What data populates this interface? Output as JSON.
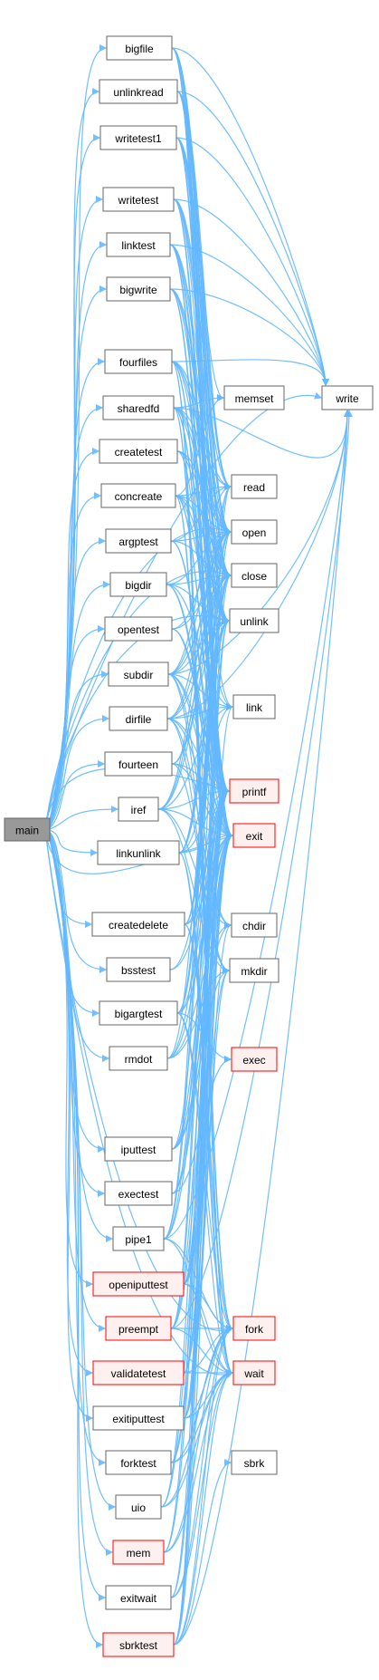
{
  "graph": {
    "root": "main",
    "edge_color": "#63b8ff",
    "red_border_color": "#ff0000",
    "nodes": [
      {
        "id": "main",
        "label": "main",
        "style": "root"
      },
      {
        "id": "bigfile",
        "label": "bigfile",
        "style": "normal"
      },
      {
        "id": "unlinkread",
        "label": "unlinkread",
        "style": "normal"
      },
      {
        "id": "writetest1",
        "label": "writetest1",
        "style": "normal"
      },
      {
        "id": "writetest",
        "label": "writetest",
        "style": "normal"
      },
      {
        "id": "linktest",
        "label": "linktest",
        "style": "normal"
      },
      {
        "id": "bigwrite",
        "label": "bigwrite",
        "style": "normal"
      },
      {
        "id": "fourfiles",
        "label": "fourfiles",
        "style": "normal"
      },
      {
        "id": "sharedfd",
        "label": "sharedfd",
        "style": "normal"
      },
      {
        "id": "createtest",
        "label": "createtest",
        "style": "normal"
      },
      {
        "id": "concreate",
        "label": "concreate",
        "style": "normal"
      },
      {
        "id": "argptest",
        "label": "argptest",
        "style": "normal"
      },
      {
        "id": "bigdir",
        "label": "bigdir",
        "style": "normal"
      },
      {
        "id": "opentest",
        "label": "opentest",
        "style": "normal"
      },
      {
        "id": "subdir",
        "label": "subdir",
        "style": "normal"
      },
      {
        "id": "dirfile",
        "label": "dirfile",
        "style": "normal"
      },
      {
        "id": "fourteen",
        "label": "fourteen",
        "style": "normal"
      },
      {
        "id": "iref",
        "label": "iref",
        "style": "normal"
      },
      {
        "id": "linkunlink",
        "label": "linkunlink",
        "style": "normal"
      },
      {
        "id": "createdelete",
        "label": "createdelete",
        "style": "normal"
      },
      {
        "id": "bsstest",
        "label": "bsstest",
        "style": "normal"
      },
      {
        "id": "bigargtest",
        "label": "bigargtest",
        "style": "normal"
      },
      {
        "id": "rmdot",
        "label": "rmdot",
        "style": "normal"
      },
      {
        "id": "iputtest",
        "label": "iputtest",
        "style": "normal"
      },
      {
        "id": "exectest",
        "label": "exectest",
        "style": "normal"
      },
      {
        "id": "pipe1",
        "label": "pipe1",
        "style": "normal"
      },
      {
        "id": "openiputtest",
        "label": "openiputtest",
        "style": "red"
      },
      {
        "id": "preempt",
        "label": "preempt",
        "style": "red"
      },
      {
        "id": "validatetest",
        "label": "validatetest",
        "style": "red"
      },
      {
        "id": "exitiputtest",
        "label": "exitiputtest",
        "style": "normal"
      },
      {
        "id": "forktest",
        "label": "forktest",
        "style": "normal"
      },
      {
        "id": "uio",
        "label": "uio",
        "style": "normal"
      },
      {
        "id": "mem",
        "label": "mem",
        "style": "red"
      },
      {
        "id": "exitwait",
        "label": "exitwait",
        "style": "normal"
      },
      {
        "id": "sbrktest",
        "label": "sbrktest",
        "style": "red"
      },
      {
        "id": "memset",
        "label": "memset",
        "style": "normal"
      },
      {
        "id": "write",
        "label": "write",
        "style": "normal"
      },
      {
        "id": "read",
        "label": "read",
        "style": "normal"
      },
      {
        "id": "open",
        "label": "open",
        "style": "normal"
      },
      {
        "id": "close",
        "label": "close",
        "style": "normal"
      },
      {
        "id": "unlink",
        "label": "unlink",
        "style": "normal"
      },
      {
        "id": "link",
        "label": "link",
        "style": "normal"
      },
      {
        "id": "printf",
        "label": "printf",
        "style": "red"
      },
      {
        "id": "exit",
        "label": "exit",
        "style": "red"
      },
      {
        "id": "chdir",
        "label": "chdir",
        "style": "normal"
      },
      {
        "id": "mkdir",
        "label": "mkdir",
        "style": "normal"
      },
      {
        "id": "exec",
        "label": "exec",
        "style": "red"
      },
      {
        "id": "fork",
        "label": "fork",
        "style": "red"
      },
      {
        "id": "wait",
        "label": "wait",
        "style": "red"
      },
      {
        "id": "sbrk",
        "label": "sbrk",
        "style": "normal"
      }
    ],
    "callers": [
      "bigfile",
      "unlinkread",
      "writetest1",
      "writetest",
      "linktest",
      "bigwrite",
      "fourfiles",
      "sharedfd",
      "createtest",
      "concreate",
      "argptest",
      "bigdir",
      "opentest",
      "subdir",
      "dirfile",
      "fourteen",
      "iref",
      "linkunlink",
      "createdelete",
      "bsstest",
      "bigargtest",
      "rmdot",
      "iputtest",
      "exectest",
      "pipe1",
      "openiputtest",
      "preempt",
      "validatetest",
      "exitiputtest",
      "forktest",
      "uio",
      "mem",
      "exitwait",
      "sbrktest"
    ],
    "edges": [
      [
        "bigfile",
        "memset"
      ],
      [
        "bigfile",
        "write"
      ],
      [
        "bigfile",
        "read"
      ],
      [
        "bigfile",
        "open"
      ],
      [
        "bigfile",
        "close"
      ],
      [
        "bigfile",
        "unlink"
      ],
      [
        "bigfile",
        "printf"
      ],
      [
        "bigfile",
        "exit"
      ],
      [
        "unlinkread",
        "write"
      ],
      [
        "unlinkread",
        "read"
      ],
      [
        "unlinkread",
        "open"
      ],
      [
        "unlinkread",
        "close"
      ],
      [
        "unlinkread",
        "unlink"
      ],
      [
        "unlinkread",
        "printf"
      ],
      [
        "unlinkread",
        "exit"
      ],
      [
        "writetest1",
        "write"
      ],
      [
        "writetest1",
        "read"
      ],
      [
        "writetest1",
        "open"
      ],
      [
        "writetest1",
        "close"
      ],
      [
        "writetest1",
        "unlink"
      ],
      [
        "writetest1",
        "printf"
      ],
      [
        "writetest1",
        "exit"
      ],
      [
        "writetest",
        "write"
      ],
      [
        "writetest",
        "read"
      ],
      [
        "writetest",
        "open"
      ],
      [
        "writetest",
        "close"
      ],
      [
        "writetest",
        "unlink"
      ],
      [
        "writetest",
        "printf"
      ],
      [
        "writetest",
        "exit"
      ],
      [
        "linktest",
        "write"
      ],
      [
        "linktest",
        "open"
      ],
      [
        "linktest",
        "close"
      ],
      [
        "linktest",
        "unlink"
      ],
      [
        "linktest",
        "link"
      ],
      [
        "linktest",
        "printf"
      ],
      [
        "linktest",
        "exit"
      ],
      [
        "bigwrite",
        "write"
      ],
      [
        "bigwrite",
        "open"
      ],
      [
        "bigwrite",
        "close"
      ],
      [
        "bigwrite",
        "unlink"
      ],
      [
        "bigwrite",
        "printf"
      ],
      [
        "bigwrite",
        "exit"
      ],
      [
        "fourfiles",
        "write"
      ],
      [
        "fourfiles",
        "read"
      ],
      [
        "fourfiles",
        "open"
      ],
      [
        "fourfiles",
        "close"
      ],
      [
        "fourfiles",
        "unlink"
      ],
      [
        "fourfiles",
        "printf"
      ],
      [
        "fourfiles",
        "exit"
      ],
      [
        "fourfiles",
        "fork"
      ],
      [
        "fourfiles",
        "wait"
      ],
      [
        "sharedfd",
        "memset"
      ],
      [
        "sharedfd",
        "write"
      ],
      [
        "sharedfd",
        "read"
      ],
      [
        "sharedfd",
        "open"
      ],
      [
        "sharedfd",
        "close"
      ],
      [
        "sharedfd",
        "unlink"
      ],
      [
        "sharedfd",
        "printf"
      ],
      [
        "sharedfd",
        "exit"
      ],
      [
        "sharedfd",
        "fork"
      ],
      [
        "sharedfd",
        "wait"
      ],
      [
        "createtest",
        "open"
      ],
      [
        "createtest",
        "close"
      ],
      [
        "createtest",
        "unlink"
      ],
      [
        "createtest",
        "printf"
      ],
      [
        "concreate",
        "memset"
      ],
      [
        "concreate",
        "read"
      ],
      [
        "concreate",
        "open"
      ],
      [
        "concreate",
        "close"
      ],
      [
        "concreate",
        "unlink"
      ],
      [
        "concreate",
        "link"
      ],
      [
        "concreate",
        "printf"
      ],
      [
        "concreate",
        "exit"
      ],
      [
        "concreate",
        "fork"
      ],
      [
        "concreate",
        "wait"
      ],
      [
        "argptest",
        "read"
      ],
      [
        "argptest",
        "open"
      ],
      [
        "argptest",
        "close"
      ],
      [
        "argptest",
        "printf"
      ],
      [
        "argptest",
        "exit"
      ],
      [
        "bigdir",
        "open"
      ],
      [
        "bigdir",
        "close"
      ],
      [
        "bigdir",
        "unlink"
      ],
      [
        "bigdir",
        "link"
      ],
      [
        "bigdir",
        "printf"
      ],
      [
        "bigdir",
        "exit"
      ],
      [
        "opentest",
        "open"
      ],
      [
        "opentest",
        "close"
      ],
      [
        "opentest",
        "printf"
      ],
      [
        "opentest",
        "exit"
      ],
      [
        "subdir",
        "write"
      ],
      [
        "subdir",
        "read"
      ],
      [
        "subdir",
        "open"
      ],
      [
        "subdir",
        "close"
      ],
      [
        "subdir",
        "unlink"
      ],
      [
        "subdir",
        "link"
      ],
      [
        "subdir",
        "printf"
      ],
      [
        "subdir",
        "exit"
      ],
      [
        "subdir",
        "chdir"
      ],
      [
        "subdir",
        "mkdir"
      ],
      [
        "dirfile",
        "write"
      ],
      [
        "dirfile",
        "open"
      ],
      [
        "dirfile",
        "close"
      ],
      [
        "dirfile",
        "unlink"
      ],
      [
        "dirfile",
        "link"
      ],
      [
        "dirfile",
        "printf"
      ],
      [
        "dirfile",
        "exit"
      ],
      [
        "dirfile",
        "chdir"
      ],
      [
        "dirfile",
        "mkdir"
      ],
      [
        "fourteen",
        "open"
      ],
      [
        "fourteen",
        "close"
      ],
      [
        "fourteen",
        "printf"
      ],
      [
        "fourteen",
        "exit"
      ],
      [
        "fourteen",
        "mkdir"
      ],
      [
        "iref",
        "open"
      ],
      [
        "iref",
        "close"
      ],
      [
        "iref",
        "unlink"
      ],
      [
        "iref",
        "link"
      ],
      [
        "iref",
        "printf"
      ],
      [
        "iref",
        "exit"
      ],
      [
        "iref",
        "chdir"
      ],
      [
        "iref",
        "mkdir"
      ],
      [
        "linkunlink",
        "open"
      ],
      [
        "linkunlink",
        "close"
      ],
      [
        "linkunlink",
        "unlink"
      ],
      [
        "linkunlink",
        "link"
      ],
      [
        "linkunlink",
        "printf"
      ],
      [
        "linkunlink",
        "exit"
      ],
      [
        "linkunlink",
        "fork"
      ],
      [
        "linkunlink",
        "wait"
      ],
      [
        "createdelete",
        "open"
      ],
      [
        "createdelete",
        "close"
      ],
      [
        "createdelete",
        "unlink"
      ],
      [
        "createdelete",
        "printf"
      ],
      [
        "createdelete",
        "exit"
      ],
      [
        "createdelete",
        "fork"
      ],
      [
        "createdelete",
        "wait"
      ],
      [
        "bsstest",
        "printf"
      ],
      [
        "bsstest",
        "exit"
      ],
      [
        "bigargtest",
        "open"
      ],
      [
        "bigargtest",
        "close"
      ],
      [
        "bigargtest",
        "unlink"
      ],
      [
        "bigargtest",
        "printf"
      ],
      [
        "bigargtest",
        "exit"
      ],
      [
        "bigargtest",
        "exec"
      ],
      [
        "bigargtest",
        "fork"
      ],
      [
        "bigargtest",
        "wait"
      ],
      [
        "rmdot",
        "unlink"
      ],
      [
        "rmdot",
        "printf"
      ],
      [
        "rmdot",
        "exit"
      ],
      [
        "rmdot",
        "chdir"
      ],
      [
        "rmdot",
        "mkdir"
      ],
      [
        "iputtest",
        "unlink"
      ],
      [
        "iputtest",
        "printf"
      ],
      [
        "iputtest",
        "exit"
      ],
      [
        "iputtest",
        "chdir"
      ],
      [
        "iputtest",
        "mkdir"
      ],
      [
        "exectest",
        "printf"
      ],
      [
        "exectest",
        "exit"
      ],
      [
        "exectest",
        "exec"
      ],
      [
        "pipe1",
        "write"
      ],
      [
        "pipe1",
        "read"
      ],
      [
        "pipe1",
        "close"
      ],
      [
        "pipe1",
        "printf"
      ],
      [
        "pipe1",
        "exit"
      ],
      [
        "pipe1",
        "fork"
      ],
      [
        "pipe1",
        "wait"
      ],
      [
        "openiputtest",
        "open"
      ],
      [
        "openiputtest",
        "unlink"
      ],
      [
        "openiputtest",
        "printf"
      ],
      [
        "openiputtest",
        "exit"
      ],
      [
        "openiputtest",
        "mkdir"
      ],
      [
        "openiputtest",
        "fork"
      ],
      [
        "openiputtest",
        "wait"
      ],
      [
        "preempt",
        "write"
      ],
      [
        "preempt",
        "read"
      ],
      [
        "preempt",
        "close"
      ],
      [
        "preempt",
        "printf"
      ],
      [
        "preempt",
        "exit"
      ],
      [
        "preempt",
        "fork"
      ],
      [
        "preempt",
        "wait"
      ],
      [
        "validatetest",
        "link"
      ],
      [
        "validatetest",
        "printf"
      ],
      [
        "validatetest",
        "exit"
      ],
      [
        "validatetest",
        "fork"
      ],
      [
        "validatetest",
        "wait"
      ],
      [
        "exitiputtest",
        "unlink"
      ],
      [
        "exitiputtest",
        "printf"
      ],
      [
        "exitiputtest",
        "exit"
      ],
      [
        "exitiputtest",
        "chdir"
      ],
      [
        "exitiputtest",
        "mkdir"
      ],
      [
        "exitiputtest",
        "fork"
      ],
      [
        "exitiputtest",
        "wait"
      ],
      [
        "forktest",
        "printf"
      ],
      [
        "forktest",
        "exit"
      ],
      [
        "forktest",
        "fork"
      ],
      [
        "forktest",
        "wait"
      ],
      [
        "uio",
        "printf"
      ],
      [
        "uio",
        "exit"
      ],
      [
        "uio",
        "fork"
      ],
      [
        "uio",
        "wait"
      ],
      [
        "mem",
        "printf"
      ],
      [
        "mem",
        "exit"
      ],
      [
        "mem",
        "fork"
      ],
      [
        "mem",
        "wait"
      ],
      [
        "exitwait",
        "printf"
      ],
      [
        "exitwait",
        "exit"
      ],
      [
        "exitwait",
        "fork"
      ],
      [
        "exitwait",
        "wait"
      ],
      [
        "sbrktest",
        "write"
      ],
      [
        "sbrktest",
        "read"
      ],
      [
        "sbrktest",
        "open"
      ],
      [
        "sbrktest",
        "close"
      ],
      [
        "sbrktest",
        "unlink"
      ],
      [
        "sbrktest",
        "printf"
      ],
      [
        "sbrktest",
        "exit"
      ],
      [
        "sbrktest",
        "fork"
      ],
      [
        "sbrktest",
        "wait"
      ],
      [
        "sbrktest",
        "sbrk"
      ],
      [
        "main",
        "write"
      ],
      [
        "main",
        "close"
      ],
      [
        "main",
        "unlink"
      ],
      [
        "main",
        "printf"
      ],
      [
        "main",
        "exit"
      ],
      [
        "main",
        "fork"
      ],
      [
        "main",
        "wait"
      ],
      [
        "main",
        "open"
      ]
    ]
  }
}
